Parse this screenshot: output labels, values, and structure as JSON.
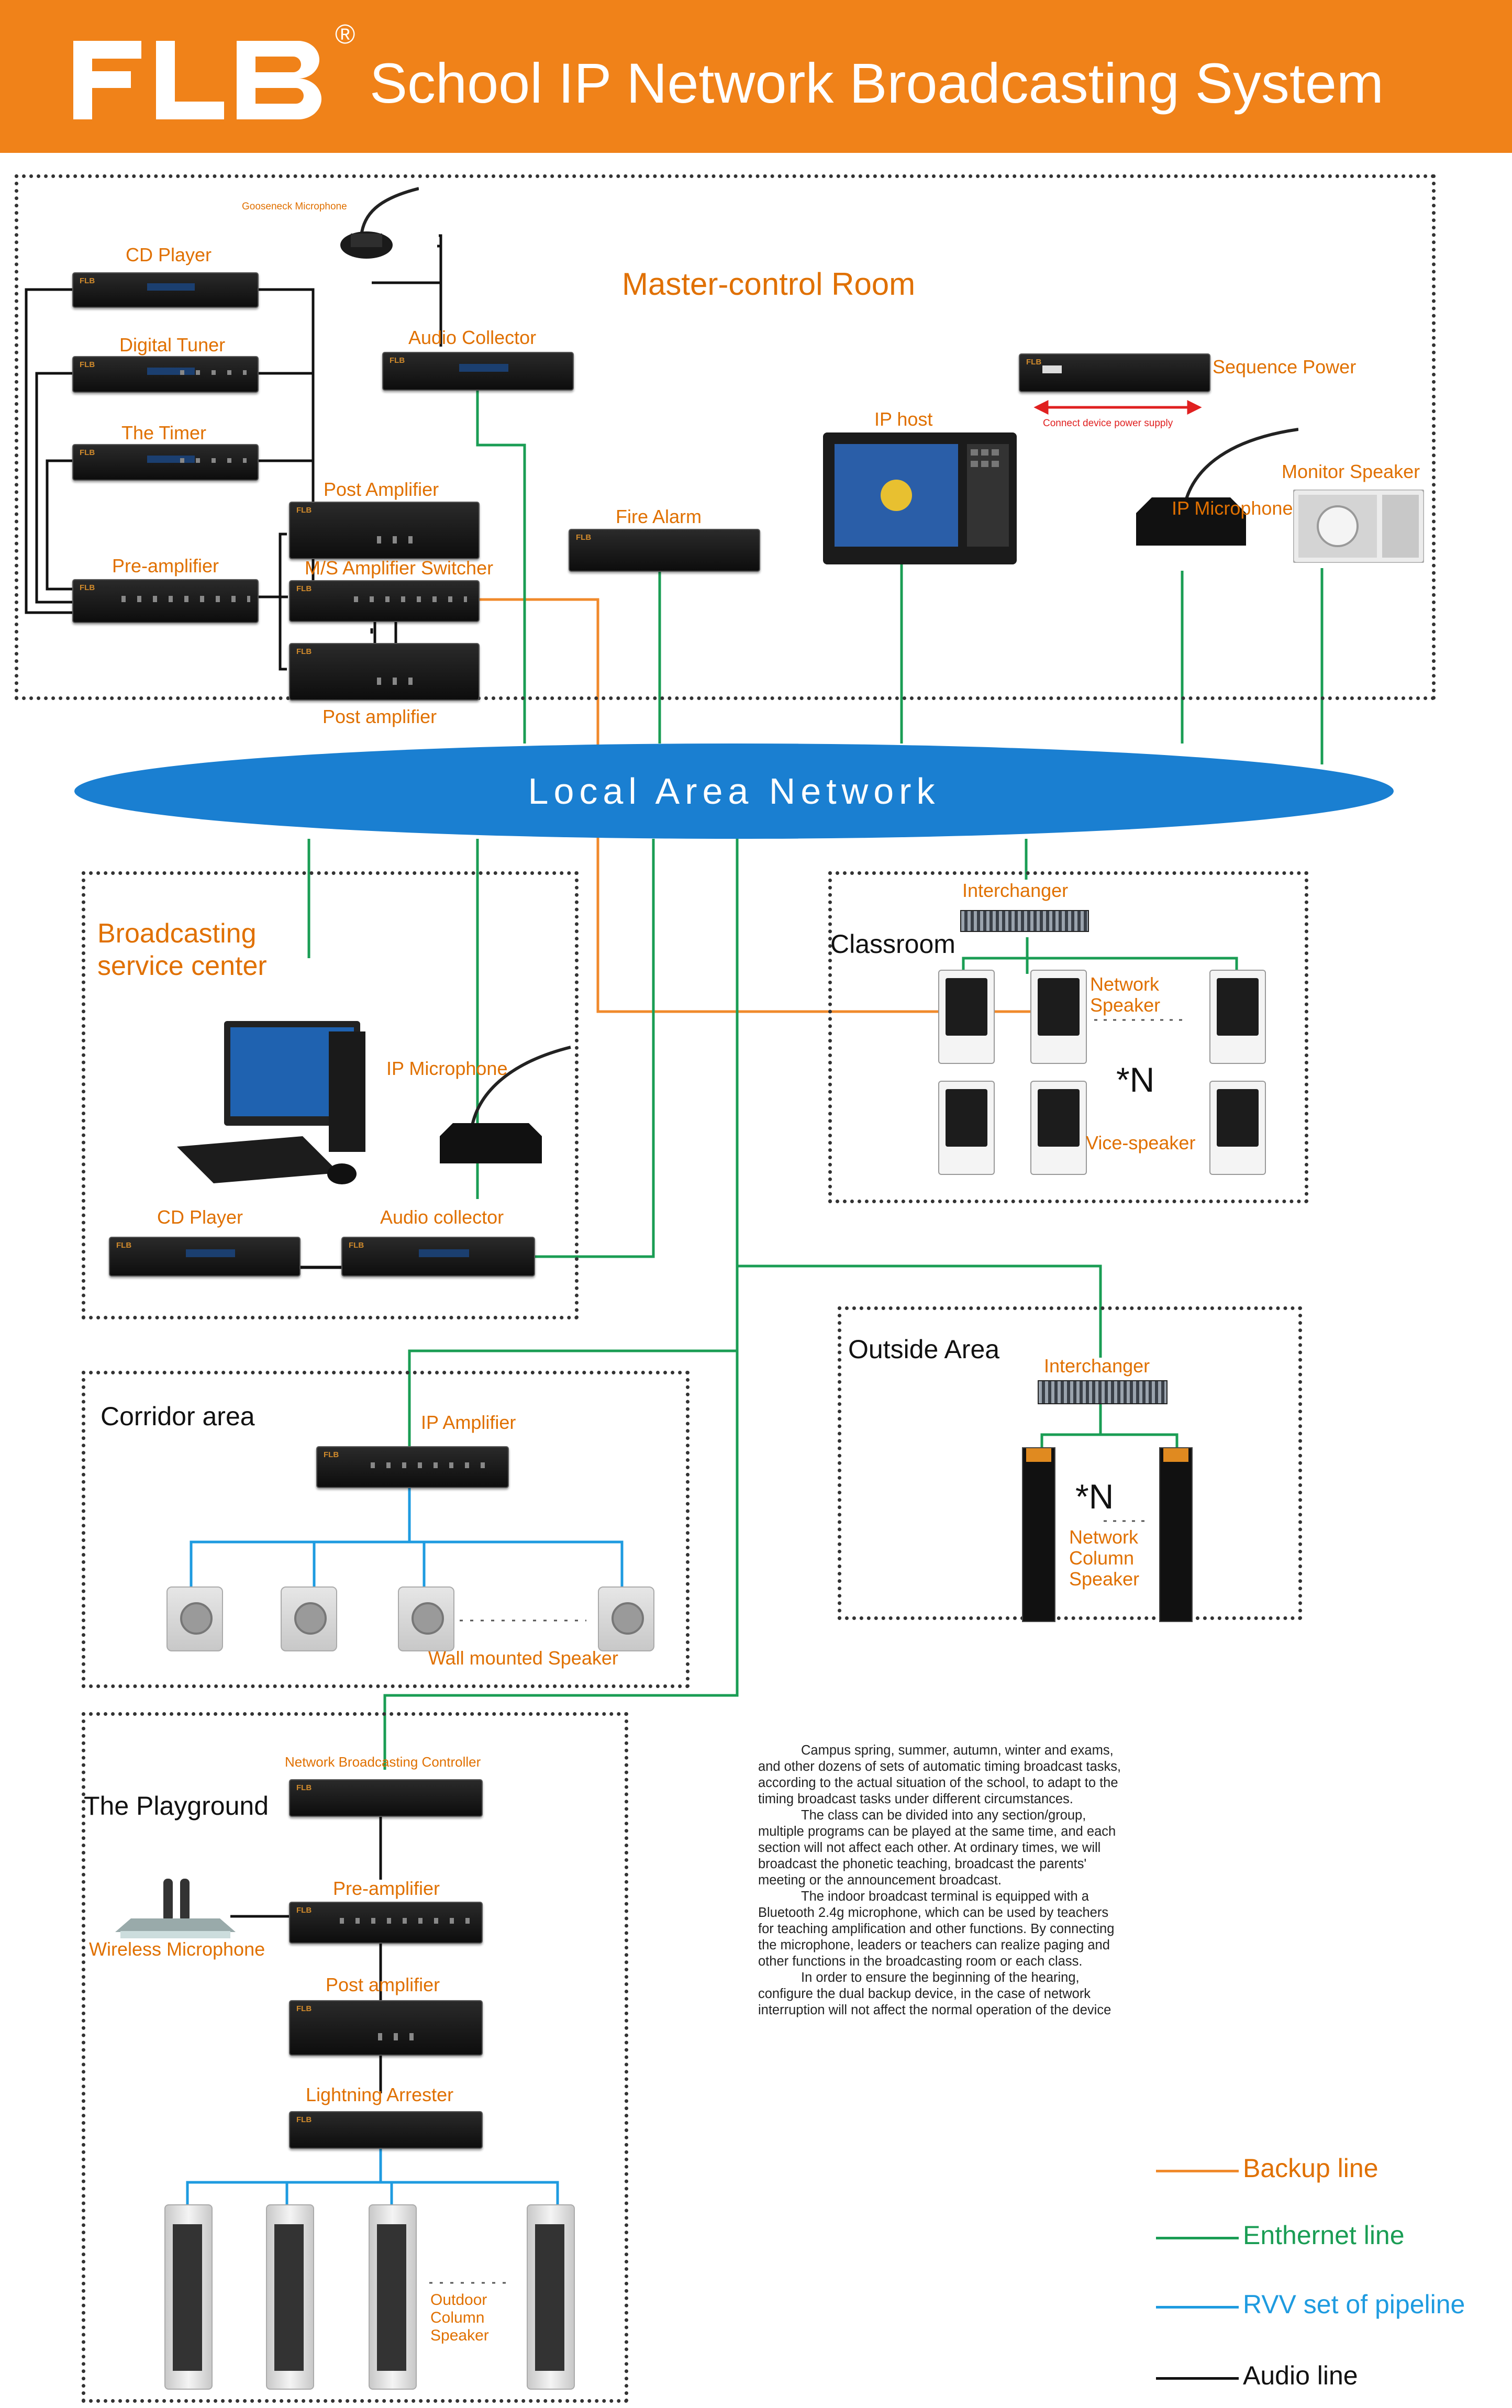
{
  "header": {
    "logo": "FLB",
    "registered_mark": "®",
    "title": "School IP Network Broadcasting System"
  },
  "colors": {
    "header_bg": "#f08219",
    "label_orange": "#e07000",
    "lan_blue": "#1a7fd1",
    "backup_line": "#f08a2c",
    "ethernet_line": "#1a9d54",
    "rvv_line": "#1e9be0",
    "audio_line": "#111111"
  },
  "master_room": {
    "title": "Master-control Room",
    "gooseneck_mic": "Gooseneck Microphone",
    "cd_player": "CD Player",
    "digital_tuner": "Digital Tuner",
    "timer": "The Timer",
    "audio_collector": "Audio Collector",
    "post_amplifier_top": "Post Amplifier",
    "pre_amplifier": "Pre-amplifier",
    "ms_switcher": "M/S Amplifier Switcher",
    "post_amplifier_bottom": "Post amplifier",
    "fire_alarm": "Fire Alarm",
    "ip_host": "IP host",
    "sequence_power": "Sequence Power",
    "connect_power": "Connect device power supply",
    "ip_microphone": "IP Microphone",
    "monitor_speaker": "Monitor Speaker"
  },
  "lan": {
    "label": "Local Area Network"
  },
  "broadcast_center": {
    "title": "Broadcasting\nservice center",
    "ip_microphone": "IP Microphone",
    "cd_player": "CD Player",
    "audio_collector": "Audio collector"
  },
  "classroom": {
    "title": "Classroom",
    "interchanger": "Interchanger",
    "network_speaker": "Network\nSpeaker",
    "multiplier": "*N",
    "vice_speaker": "Vice-speaker"
  },
  "outside": {
    "title": "Outside Area",
    "interchanger": "Interchanger",
    "multiplier": "*N",
    "column_speaker": "Network\nColumn\nSpeaker"
  },
  "corridor": {
    "title": "Corridor area",
    "ip_amplifier": "IP Amplifier",
    "wall_speaker": "Wall mounted Speaker"
  },
  "playground": {
    "title": "The Playground",
    "controller": "Network Broadcasting Controller",
    "pre_amplifier": "Pre-amplifier",
    "wireless_mic": "Wireless Microphone",
    "post_amplifier": "Post amplifier",
    "lightning_arrester": "Lightning Arrester",
    "outdoor_speaker": "Outdoor\nColumn\nSpeaker"
  },
  "info_text": [
    "Campus spring, summer, autumn, winter and exams, and other dozens of sets of automatic timing broadcast tasks, according to the actual situation of the school, to adapt to the timing broadcast tasks under different circumstances.",
    "The class can be divided into any section/group, multiple programs can be played at the same time, and each section will not affect each other. At ordinary times, we will broadcast the phonetic teaching, broadcast the parents' meeting or the announcement broadcast.",
    "The indoor broadcast terminal is equipped with a Bluetooth 2.4g microphone, which can be used by teachers for teaching amplification and other functions. By connecting the microphone, leaders or teachers can realize paging and other functions in the broadcasting room or each class.",
    "In order to ensure the beginning of the hearing, configure the dual backup device, in the case of network interruption will not affect the normal operation of the device"
  ],
  "legend": {
    "backup": "Backup line",
    "ethernet": "Enthernet line",
    "rvv": "RVV set of pipeline",
    "audio": "Audio line"
  }
}
